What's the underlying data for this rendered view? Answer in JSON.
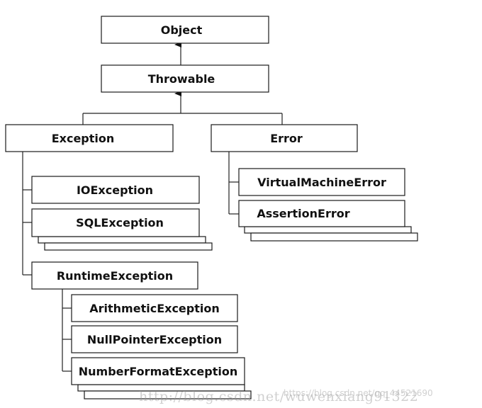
{
  "diagram": {
    "nodes": {
      "object": "Object",
      "throwable": "Throwable",
      "exception": "Exception",
      "error": "Error",
      "ioexception": "IOException",
      "sqlexception": "SQLException",
      "runtimeexception": "RuntimeException",
      "virtualmachineerror": "VirtualMachineError",
      "assertionerror": "AssertionError",
      "arithmeticexception": "ArithmeticException",
      "nullpointerexception": "NullPointerException",
      "numberformatexception": "NumberFormatException"
    },
    "edges": [
      {
        "from": "throwable",
        "to": "object",
        "type": "inherits"
      },
      {
        "from": "exception",
        "to": "throwable",
        "type": "inherits"
      },
      {
        "from": "error",
        "to": "throwable",
        "type": "inherits"
      },
      {
        "from": "ioexception",
        "to": "exception",
        "type": "child"
      },
      {
        "from": "sqlexception",
        "to": "exception",
        "type": "child"
      },
      {
        "from": "runtimeexception",
        "to": "exception",
        "type": "child"
      },
      {
        "from": "virtualmachineerror",
        "to": "error",
        "type": "child"
      },
      {
        "from": "assertionerror",
        "to": "error",
        "type": "child"
      },
      {
        "from": "arithmeticexception",
        "to": "runtimeexception",
        "type": "child"
      },
      {
        "from": "nullpointerexception",
        "to": "runtimeexception",
        "type": "child"
      },
      {
        "from": "numberformatexception",
        "to": "runtimeexception",
        "type": "child"
      }
    ]
  },
  "watermark": {
    "url_text": "http://blog.csdn.net/wuwenxiang91322",
    "blog_text": "https://blog.csdn.net/qq_44521690"
  },
  "colors": {
    "line": "#1a1a1a",
    "text": "#111111",
    "background": "#ffffff"
  }
}
